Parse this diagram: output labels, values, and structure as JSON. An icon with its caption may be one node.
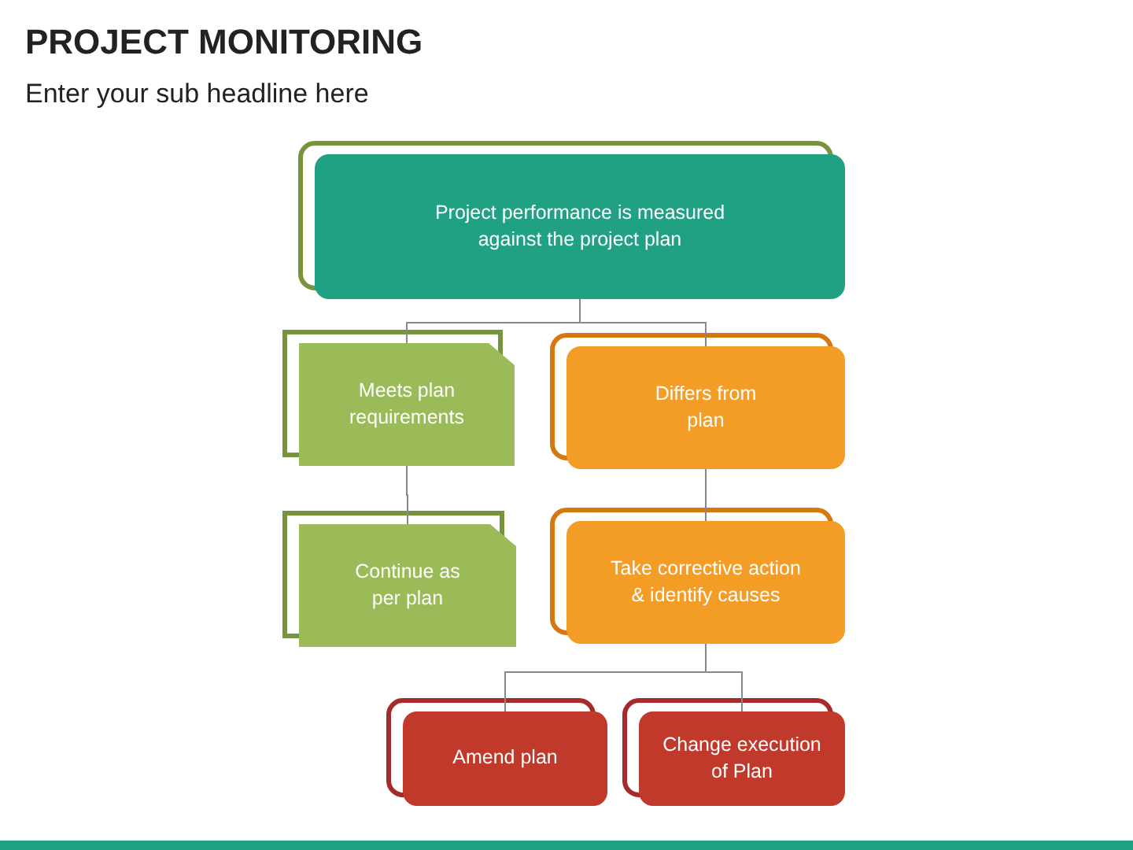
{
  "diagram": {
    "title": "PROJECT MONITORING",
    "nodes": [
      {
        "text": [
          "Project performance is measured against the project plan"
        ]
      },
      {
        "text": [
          "Meets plan requirements"
        ]
      },
      {
        "text": [
          "Differs from plan"
        ]
      },
      {
        "text": [
          "Continue as per plan"
        ]
      },
      {
        "text": [
          "Take corrective action & identify causes"
        ]
      },
      {
        "text": [
          "Amend plan"
        ]
      },
      {
        "text": [
          "Change execution of Plan"
        ]
      }
    ],
    "edges": [
      {
        "from": 0,
        "to": 1,
        "arrow": "none"
      },
      {
        "from": 0,
        "to": 2,
        "arrow": "none"
      },
      {
        "from": 1,
        "to": 3,
        "arrow": "none"
      },
      {
        "from": 2,
        "to": 4,
        "arrow": "none"
      },
      {
        "from": 4,
        "to": 5,
        "arrow": "none"
      },
      {
        "from": 4,
        "to": 6,
        "arrow": "none"
      }
    ],
    "labels": [
      "Enter your sub headline here"
    ]
  }
}
